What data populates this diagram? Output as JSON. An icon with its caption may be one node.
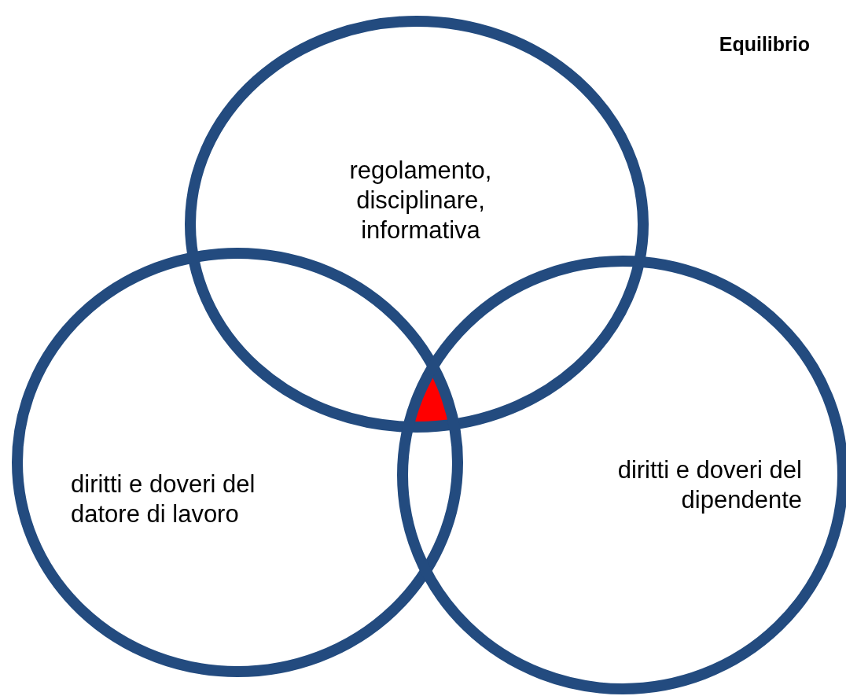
{
  "diagram": {
    "nodes": [
      {
        "text": [
          "regolamento, disciplinare, informativa"
        ]
      },
      {
        "text": [
          "diritti e doveri del datore di lavoro"
        ]
      },
      {
        "text": [
          "diritti e doveri del dipendente"
        ]
      }
    ],
    "labels": [
      "Equilibrio"
    ]
  }
}
